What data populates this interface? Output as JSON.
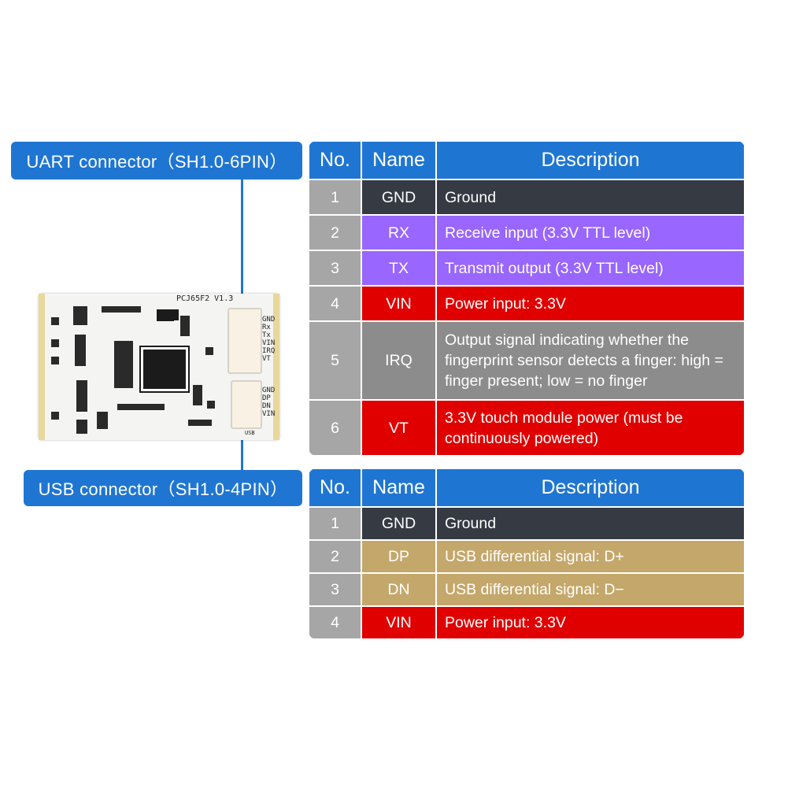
{
  "labels": {
    "uart": "UART connector（SH1.0-6PIN）",
    "usb": "USB connector（SH1.0-4PIN）"
  },
  "pcb": {
    "model": "PCJ65F2 V1.3",
    "uart_pins": "GND\nRx\nTx\nVIN\nIRQ\nVT",
    "usb_pins": "GND\nDP\nDN\nVIN",
    "usb_mark": "USB"
  },
  "uart_table": {
    "headers": {
      "no": "No.",
      "name": "Name",
      "desc": "Description"
    },
    "rows": [
      {
        "no": "1",
        "name": "GND",
        "desc": "Ground",
        "color": "#363a42"
      },
      {
        "no": "2",
        "name": "RX",
        "desc": "Receive input (3.3V TTL level)",
        "color": "#9966ff"
      },
      {
        "no": "3",
        "name": "TX",
        "desc": "Transmit output (3.3V TTL level)",
        "color": "#9966ff"
      },
      {
        "no": "4",
        "name": "VIN",
        "desc": "Power input: 3.3V",
        "color": "#e00000"
      },
      {
        "no": "5",
        "name": "IRQ",
        "desc": "Output signal indicating whether the fingerprint sensor detects a finger: high = finger present; low = no finger",
        "color": "#8c8c8c"
      },
      {
        "no": "6",
        "name": "VT",
        "desc": "3.3V touch module power (must be continuously powered)",
        "color": "#e00000"
      }
    ]
  },
  "usb_table": {
    "headers": {
      "no": "No.",
      "name": "Name",
      "desc": "Description"
    },
    "rows": [
      {
        "no": "1",
        "name": "GND",
        "desc": "Ground",
        "color": "#363a42"
      },
      {
        "no": "2",
        "name": "DP",
        "desc": "USB differential signal: D+",
        "color": "#c4a76a"
      },
      {
        "no": "3",
        "name": "DN",
        "desc": "USB differential signal: D−",
        "color": "#c4a76a"
      },
      {
        "no": "4",
        "name": "VIN",
        "desc": "Power input: 3.3V",
        "color": "#e00000"
      }
    ]
  }
}
